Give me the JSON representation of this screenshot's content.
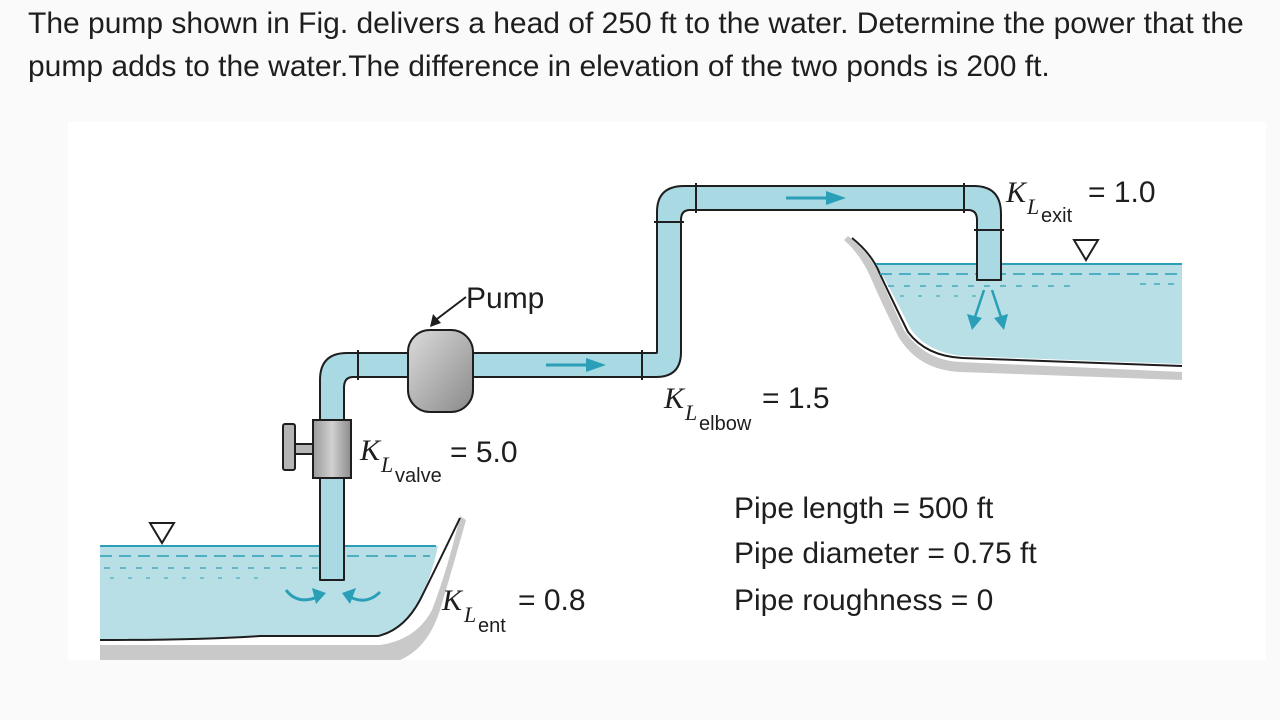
{
  "problem": {
    "line1": "The pump shown in Fig. delivers a head of 250 ft to the water. Determine the power that the",
    "line2": "pump adds to the water.The difference in elevation of the two ponds is 200 ft."
  },
  "figure": {
    "pump_label": "Pump",
    "k_symbol": "K",
    "k_sub": "L",
    "valve": {
      "subscript": "valve",
      "value": "= 5.0"
    },
    "entrance": {
      "subscript": "ent",
      "value": "= 0.8"
    },
    "elbow": {
      "subscript": "elbow",
      "value": "= 1.5"
    },
    "exit": {
      "subscript": "exit",
      "value": "= 1.0"
    },
    "pipe_length": "Pipe length = 500 ft",
    "pipe_diameter": "Pipe diameter = 0.75 ft",
    "pipe_roughness": "Pipe roughness = 0"
  },
  "colors": {
    "water": "#b9dfe6",
    "pipe": "#a9d9e2",
    "flow_arrow": "#2a9fb7",
    "ground": "#c9c9c9",
    "pump_body": "#a8a8a8"
  }
}
